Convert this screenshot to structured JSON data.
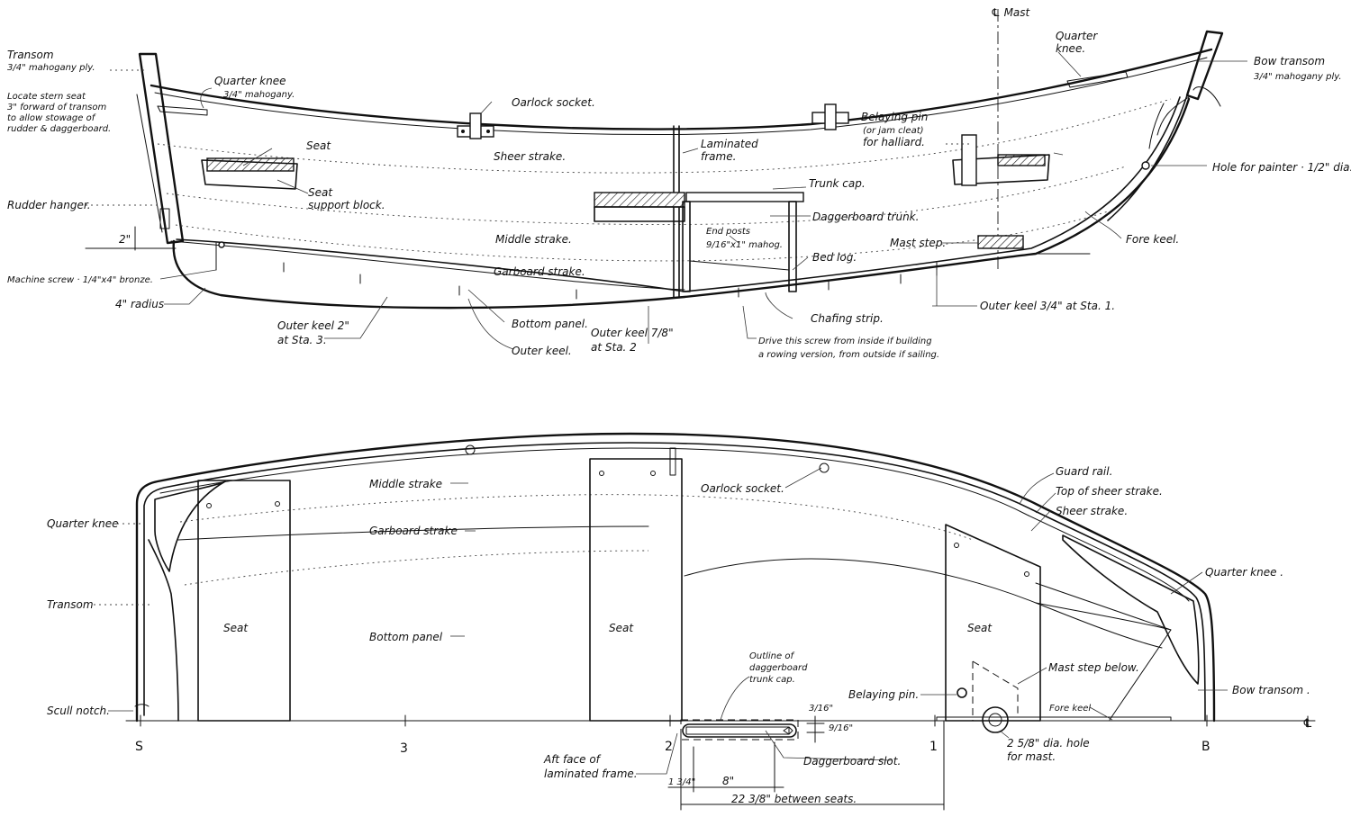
{
  "side_view": {
    "labels": {
      "transom": "Transom",
      "transom_ply": "3/4\" mahogany ply.",
      "locate_seat_1": "Locate stern seat",
      "locate_seat_2": "3\" forward of transom",
      "locate_seat_3": "to allow stowage of",
      "locate_seat_4": "rudder & daggerboard.",
      "quarter_knee": "Quarter knee",
      "quarter_knee_mat": "3/4\" mahogany.",
      "oarlock_socket": "Oarlock socket.",
      "seat": "Seat",
      "seat_support_1": "Seat",
      "seat_support_2": "support block.",
      "sheer_strake": "Sheer strake.",
      "laminated_frame_1": "Laminated",
      "laminated_frame_2": "frame.",
      "belaying_pin_1": "Belaying pin",
      "belaying_pin_2": "(or jam cleat)",
      "belaying_pin_3": "for halliard.",
      "mast_cl": "℄ Mast",
      "quarter_knee_fwd_1": "Quarter",
      "quarter_knee_fwd_2": "knee.",
      "bow_transom": "Bow transom",
      "bow_transom_ply": "3/4\" mahogany ply.",
      "hole_painter": "Hole for painter · 1/2\" dia.",
      "trunk_cap": "Trunk cap.",
      "rudder_hanger": "Rudder hanger.",
      "daggerboard_trunk": "Daggerboard trunk.",
      "end_posts_1": "End posts",
      "end_posts_2": "9/16\"x1\" mahog.",
      "middle_strake": "Middle strake.",
      "mast_step": "Mast step.",
      "fore_keel": "Fore keel.",
      "dim_2in": "2\"",
      "bed_log": "Bed log.",
      "garboard_strake": "Garboard strake.",
      "machine_screw": "Machine screw · 1/4\"x4\" bronze.",
      "radius": "4\" radius",
      "outer_keel_sta1": "Outer keel 3/4\" at Sta. 1.",
      "outer_keel_sta3_1": "Outer keel 2\"",
      "outer_keel_sta3_2": "at Sta. 3.",
      "bottom_panel": "Bottom panel.",
      "chafing_strip": "Chafing strip.",
      "outer_keel_sta2_1": "Outer keel 7/8\"",
      "outer_keel_sta2_2": "at Sta. 2",
      "drive_screw_1": "Drive this screw from inside if building",
      "drive_screw_2": "a rowing version, from outside if sailing.",
      "outer_keel": "Outer keel."
    }
  },
  "plan_view": {
    "labels": {
      "middle_strake": "Middle strake",
      "oarlock_socket": "Oarlock socket.",
      "guard_rail": "Guard rail.",
      "top_sheer": "Top of sheer strake.",
      "sheer_strake": "Sheer strake.",
      "quarter_knee_aft": "Quarter knee",
      "garboard_strake": "Garboard strake",
      "quarter_knee_fwd": "Quarter knee .",
      "transom": "Transom",
      "seat_aft": "Seat",
      "bottom_panel": "Bottom panel",
      "seat_mid": "Seat",
      "seat_fwd": "Seat",
      "outline_trunk_1": "Outline of",
      "outline_trunk_2": "daggerboard",
      "outline_trunk_3": "trunk cap.",
      "mast_step_below": "Mast step below.",
      "belaying_pin": "Belaying pin.",
      "bow_transom": "Bow transom .",
      "scull_notch": "Scull notch.",
      "fore_keel": "Fore keel",
      "cl": "℄",
      "sta_s": "S",
      "sta_3": "3",
      "sta_2": "2",
      "sta_1": "1",
      "sta_b": "B",
      "dim_3_16": "3/16\"",
      "dim_9_16": "9/16\"",
      "aft_face_1": "Aft face of",
      "aft_face_2": "laminated frame.",
      "daggerboard_slot": "Daggerboard slot.",
      "mast_hole_1": "2 5/8\" dia. hole",
      "mast_hole_2": "for mast.",
      "dim_1_3_4": "1 3/4\"",
      "dim_8": "8\"",
      "dim_between_seats": "22 3/8\" between seats."
    }
  }
}
